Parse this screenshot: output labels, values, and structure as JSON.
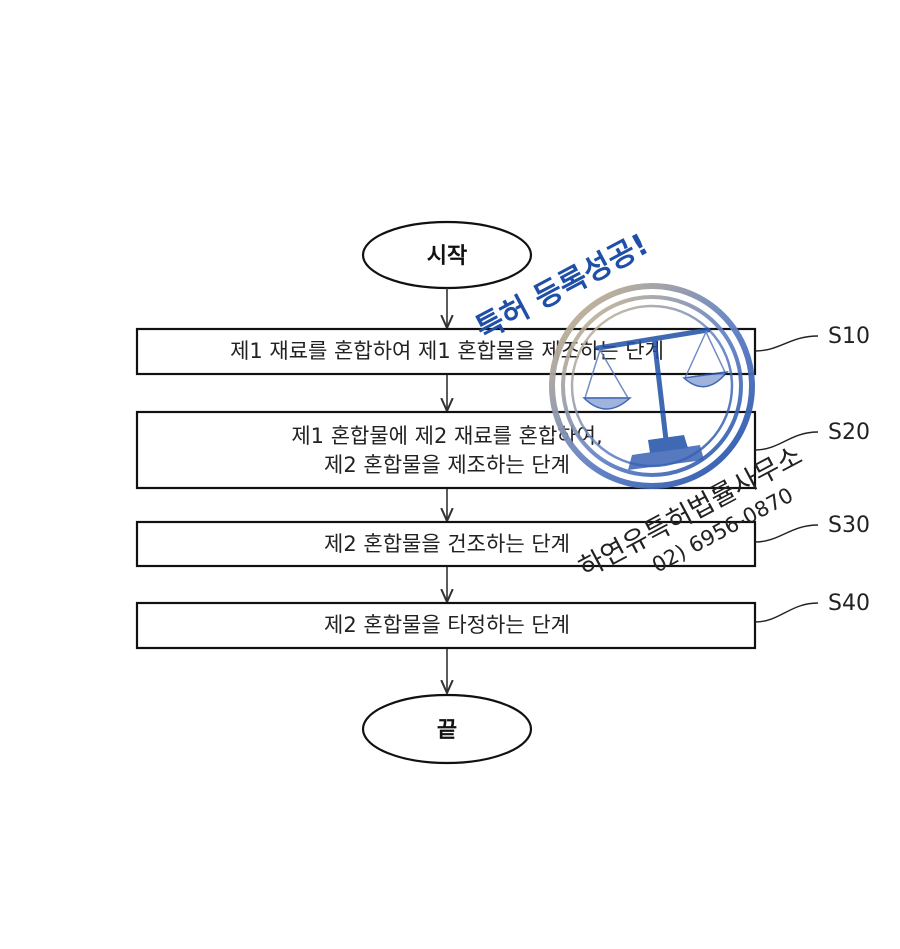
{
  "flowchart": {
    "start": "시작",
    "end": "끝",
    "steps": [
      {
        "ref": "S10",
        "lines": [
          "제1 재료를 혼합하여 제1 혼합물을 제조하는 단계"
        ]
      },
      {
        "ref": "S20",
        "lines": [
          "제1 혼합물에 제2 재료를 혼합하여,",
          "제2 혼합물을 제조하는 단계"
        ]
      },
      {
        "ref": "S30",
        "lines": [
          "제2 혼합물을 건조하는 단계"
        ]
      },
      {
        "ref": "S40",
        "lines": [
          "제2 혼합물을 타정하는 단계"
        ]
      }
    ]
  },
  "watermark": {
    "headline": "특허 등록성공!",
    "firm": "하연유특허법률사무소",
    "phone": "02) 6956-0870",
    "colors": {
      "blue": "#1f4fa8",
      "gold": "#c9a86a"
    }
  }
}
